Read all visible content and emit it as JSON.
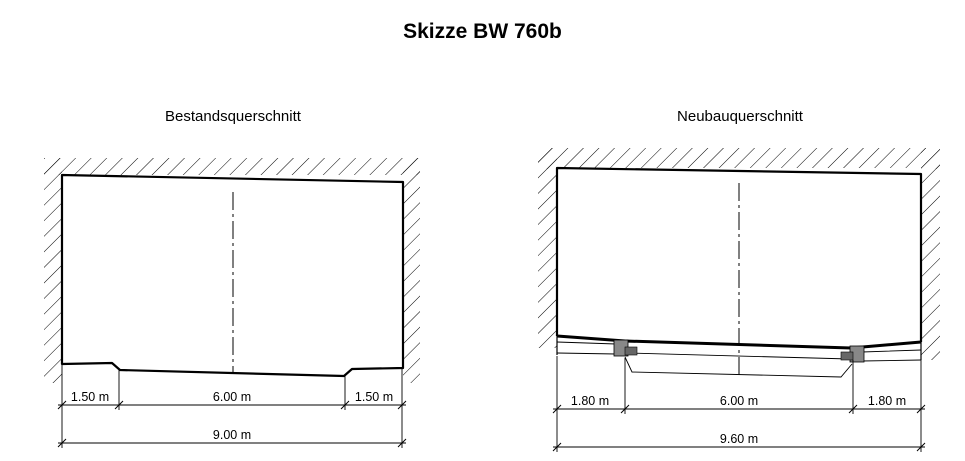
{
  "title": "Skizze BW 760b",
  "left": {
    "subtitle": "Bestandsquerschnitt",
    "dim_side_left": "1.50 m",
    "dim_center": "6.00 m",
    "dim_side_right": "1.50 m",
    "dim_total": "9.00 m"
  },
  "right": {
    "subtitle": "Neubauquerschnitt",
    "dim_side_left": "1.80 m",
    "dim_center": "6.00 m",
    "dim_side_right": "1.80 m",
    "dim_total": "9.60 m"
  }
}
